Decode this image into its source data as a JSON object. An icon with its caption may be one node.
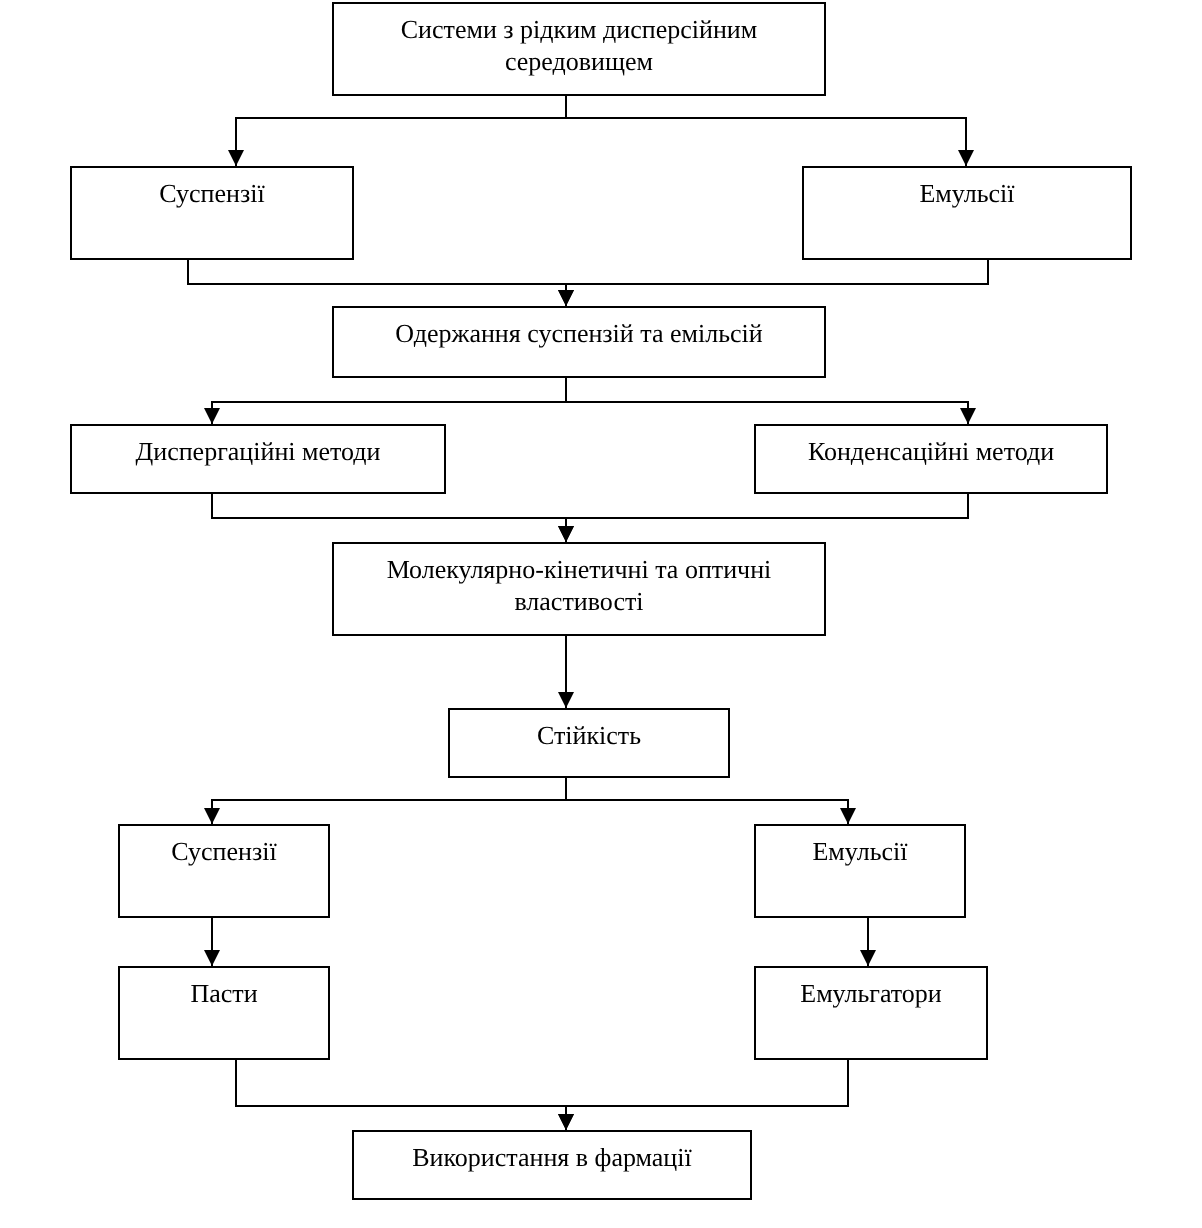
{
  "diagram": {
    "nodes": [
      {
        "text": [
          "Системи з рідким дисперсійним середовищем"
        ]
      },
      {
        "text": [
          "Суспензії"
        ]
      },
      {
        "text": [
          "Емульсії"
        ]
      },
      {
        "text": [
          "Одержання суспензій та емільсій"
        ]
      },
      {
        "text": [
          "Диспергаційні методи"
        ]
      },
      {
        "text": [
          "Конденсаційні методи"
        ]
      },
      {
        "text": [
          "Молекулярно-кінетичні та оптичні властивості"
        ]
      },
      {
        "text": [
          "Стійкість"
        ]
      },
      {
        "text": [
          "Суспензії"
        ]
      },
      {
        "text": [
          "Емульсії"
        ]
      },
      {
        "text": [
          "Пасти"
        ]
      },
      {
        "text": [
          "Емульгатори"
        ]
      },
      {
        "text": [
          "Використання в фармації"
        ]
      }
    ],
    "edges": [
      {
        "from": 0,
        "to": 1,
        "arrow": "to"
      },
      {
        "from": 0,
        "to": 2,
        "arrow": "to"
      },
      {
        "from": 1,
        "to": 3,
        "arrow": "to"
      },
      {
        "from": 2,
        "to": 3,
        "arrow": "to"
      },
      {
        "from": 3,
        "to": 4,
        "arrow": "to"
      },
      {
        "from": 3,
        "to": 5,
        "arrow": "to"
      },
      {
        "from": 4,
        "to": 6,
        "arrow": "to"
      },
      {
        "from": 5,
        "to": 6,
        "arrow": "to"
      },
      {
        "from": 6,
        "to": 7,
        "arrow": "to"
      },
      {
        "from": 7,
        "to": 8,
        "arrow": "to"
      },
      {
        "from": 7,
        "to": 9,
        "arrow": "to"
      },
      {
        "from": 8,
        "to": 10,
        "arrow": "to"
      },
      {
        "from": 9,
        "to": 11,
        "arrow": "to"
      },
      {
        "from": 10,
        "to": 12,
        "arrow": "to"
      },
      {
        "from": 11,
        "to": 12,
        "arrow": "to"
      }
    ]
  }
}
